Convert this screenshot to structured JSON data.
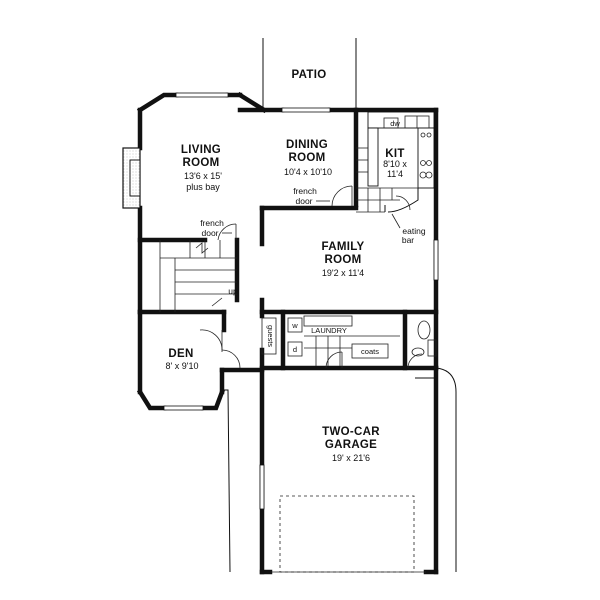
{
  "rooms": {
    "patio": "PATIO",
    "living_name_1": "LIVING",
    "living_name_2": "ROOM",
    "living_dim": "13'6 x 15'",
    "living_note": "plus bay",
    "dining_name_1": "DINING",
    "dining_name_2": "ROOM",
    "dining_dim": "10'4 x 10'10",
    "kit_name": "KIT",
    "kit_dim_1": "8'10 x",
    "kit_dim_2": "11'4",
    "family_name_1": "FAMILY",
    "family_name_2": "ROOM",
    "family_dim": "19'2 x 11'4",
    "den_name": "DEN",
    "den_dim": "8' x 9'10",
    "garage_name_1": "TWO-CAR",
    "garage_name_2": "GARAGE",
    "garage_dim": "19' x 21'6",
    "laundry": "LAUNDRY"
  },
  "notes": {
    "french_door_1a": "french",
    "french_door_1b": "door",
    "french_door_2a": "french",
    "french_door_2b": "door",
    "eating_bar_1": "eating",
    "eating_bar_2": "bar",
    "up": "up",
    "guests": "guests",
    "coats": "coats",
    "dw": "dw",
    "w": "w",
    "d": "d"
  }
}
